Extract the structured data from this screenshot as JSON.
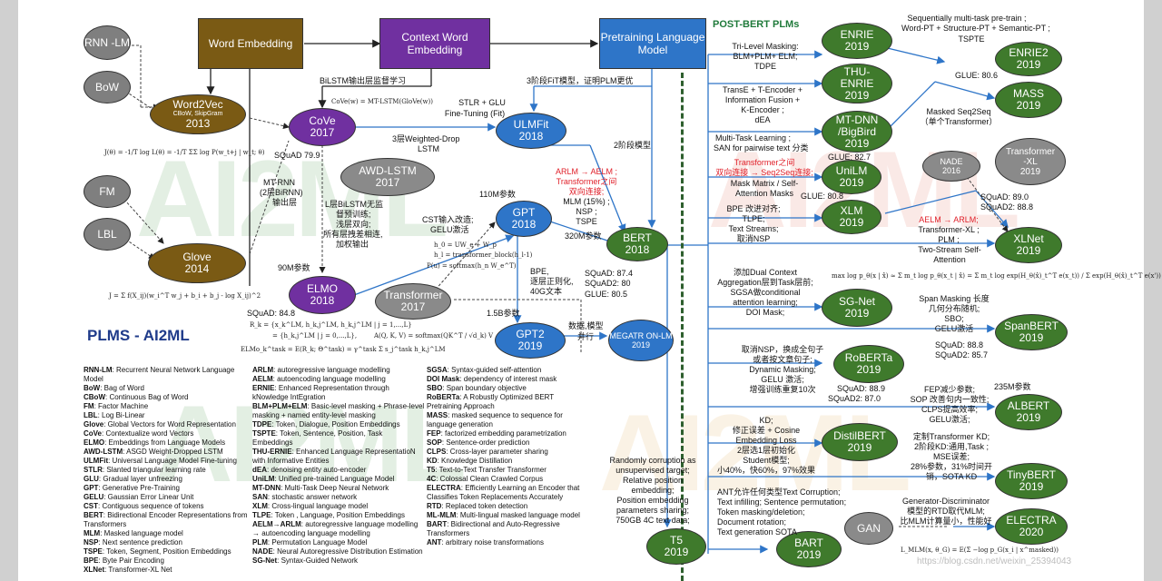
{
  "title": "PLMS - AI2ML",
  "header": "POST-BERT PLMs",
  "watermarks": {
    "big": "AI2ML",
    "url": "https://blog.csdn.net/weixin_25394043"
  },
  "stages": {
    "word_embedding": "Word Embedding",
    "context_word_embedding": "Context Word Embedding",
    "pretraining_language_model": "Pretraining Language Model"
  },
  "nodes": {
    "rnn_lm": {
      "name": "RNN -LM"
    },
    "bow": {
      "name": "BoW"
    },
    "fm": {
      "name": "FM"
    },
    "lbl": {
      "name": "LBL"
    },
    "word2vec": {
      "name": "Word2Vec",
      "sub": "CBoW, SkipGram",
      "year": "2013"
    },
    "glove": {
      "name": "Glove",
      "year": "2014"
    },
    "cove": {
      "name": "CoVe",
      "year": "2017"
    },
    "awd_lstm": {
      "name": "AWD-LSTM",
      "year": "2017"
    },
    "elmo": {
      "name": "ELMO",
      "year": "2018"
    },
    "transformer": {
      "name": "Transformer",
      "year": "2017"
    },
    "ulmfit": {
      "name": "ULMFit",
      "year": "2018"
    },
    "gpt": {
      "name": "GPT",
      "year": "2018"
    },
    "gpt2": {
      "name": "GPT2",
      "year": "2019"
    },
    "megatron": {
      "name": "MEGATR ON-LM",
      "year": "2019"
    },
    "bert": {
      "name": "BERT",
      "year": "2018"
    },
    "t5": {
      "name": "T5",
      "year": "2019"
    },
    "ernie": {
      "name": "ENRIE",
      "year": "2019"
    },
    "thu_ernie": {
      "name": "THU- ENRIE",
      "year": "2019"
    },
    "mt_dnn": {
      "name": "MT-DNN /BigBird",
      "year": "2019"
    },
    "unilm": {
      "name": "UniLM",
      "year": "2019"
    },
    "xlm": {
      "name": "XLM",
      "year": "2019"
    },
    "ernie2": {
      "name": "ENRIE2",
      "year": "2019"
    },
    "mass": {
      "name": "MASS",
      "year": "2019"
    },
    "nade": {
      "name": "NADE",
      "year": "2016"
    },
    "transformer_xl": {
      "name": "Transformer -XL",
      "year": "2019"
    },
    "xlnet": {
      "name": "XLNet",
      "year": "2019"
    },
    "sg_net": {
      "name": "SG-Net",
      "year": "2019"
    },
    "spanbert": {
      "name": "SpanBERT",
      "year": "2019"
    },
    "roberta": {
      "name": "RoBERTa",
      "year": "2019"
    },
    "albert": {
      "name": "ALBERT",
      "year": "2019"
    },
    "distilbert": {
      "name": "DistilBERT",
      "year": "2019"
    },
    "tinybert": {
      "name": "TinyBERT",
      "year": "2019"
    },
    "bart": {
      "name": "BART",
      "year": "2019"
    },
    "gan": {
      "name": "GAN"
    },
    "electra": {
      "name": "ELECTRA",
      "year": "2020"
    }
  },
  "notes": {
    "bilstm_supervised": "BiLSTM输出层监督学习",
    "cove_formula": "CoVe(w) = MT-LSTM(GloVe(w))",
    "stage3_fit": "3阶段FiT模型，证明PLM更优",
    "stlr_glu": "STLR + GLU",
    "finetuning_fit": "Fine-Tuning (Fit)",
    "stage2_model": "2阶段模型",
    "three_layer_wd": "3层Weighted-Drop",
    "lstm": "LSTM",
    "cove_squad": "SQuAD 79.9",
    "mt_rnn": "MT-RNN",
    "mt_rnn_2": "(2层BiRNN)",
    "mt_rnn_3": "输出层",
    "l_bilstm": "L层BiLSTM无监",
    "l_bilstm_2": "督预训练;",
    "l_bilstm_3": "浅层双向;",
    "l_bilstm_4": "所有层拽差相连,",
    "l_bilstm_5": "加权输出",
    "param_110m": "110M参数",
    "cst": "CST输入改造;",
    "gelu_act": "GELU激活",
    "arlm_aelm": "ARLM → AELM ;",
    "transformer_link": "Transformer之间",
    "bidir_link": "双向连接;",
    "mlm15": "MLM (15%) ;",
    "nsp": "NSP ;",
    "tspe": "TSPE",
    "param_320m": "320M参数",
    "param_90m": "90M参数",
    "elmo_squad": "SQuAD: 84.8",
    "bpe": "BPE,",
    "pre_norm": "逐层正则化,",
    "data_40g": "40G文本",
    "bert_squad": "SQuAD: 87.4",
    "bert_squad2": "SQuAD2: 80",
    "bert_glue": "GLUE: 80.5",
    "param_15b": "1.5B参数",
    "data_model": "数据,模型",
    "parallel": "并行",
    "t5_note1": "Randomly corruption as",
    "t5_note2": "unsupervised target;",
    "t5_note3": "Relative position",
    "t5_note4": "embedding;",
    "t5_note5": "Position embedding",
    "t5_note6": "parameters sharing;",
    "t5_note7": "750GB 4C text data;",
    "ernie2_note1": "Sequentially multi-task pre-train ;",
    "ernie2_note2": "Word-PT + Structure-PT + Semantic-PT ;",
    "ernie2_note3": "TSPTE",
    "ernie_note1": "Tri-Level Masking:",
    "ernie_note2": "BLM+PLM+ ELM;",
    "ernie_note3": "TDPE",
    "ernie2_glue": "GLUE: 80.6",
    "thu_note1": "TransE + T-Encoder +",
    "thu_note2": "Information Fusion +",
    "thu_note3": "K-Encoder ;",
    "thu_note4": "dEA",
    "mass_note1": "Masked Seq2Seq",
    "mass_note2": "（单个Transformer）",
    "mtdnn_note1": "Multi-Task Learning ;",
    "mtdnn_note2": "SAN for pairwise text 分类",
    "mtdnn_glue": "GLUE: 82.7",
    "unilm_note1": "Transformer之间",
    "unilm_note2": "双向连接 → Seq2Seq连接;",
    "unilm_note3": "Mask Matrix / Self-",
    "unilm_note4": "Attention Masks",
    "unilm_glue": "GLUE: 80.8",
    "xlm_note1": "BPE 改进对齐;",
    "xlm_note2": "TLPE;",
    "xlm_note3": "Text Streams;",
    "xlm_note4": "取消NSP",
    "xlnet_squad": "SQuAD: 89.0",
    "xlnet_squad2": "SQuAD2: 88.8",
    "xlnet_note1": "AELM → ARLM;",
    "xlnet_note2": "Transformer-XL ;",
    "xlnet_note3": "PLM ;",
    "xlnet_note4": "Two-Stream Self-",
    "xlnet_note5": "Attention",
    "sgnet_note1": "添加Dual Context",
    "sgnet_note2": "Aggregation层到Task层前;",
    "sgnet_note3": "SGSA做conditional",
    "sgnet_note4": "attention learning;",
    "sgnet_note5": "DOI Mask;",
    "span_note1": "Span Masking 长度",
    "span_note2": "几何分布随机;",
    "span_note3": "SBO;",
    "span_note4": "GELU激活",
    "span_squad": "SQuAD: 88.8",
    "span_squad2": "SQuAD2: 85.7",
    "roberta_note1": "取消NSP，换成全句子",
    "roberta_note2": "或者按文章句子;",
    "roberta_note3": "Dynamic Masking;",
    "roberta_note4": "GELU 激活;",
    "roberta_note5": "增强训练重复10次",
    "roberta_squad": "SQuAD: 88.9",
    "roberta_squad2": "SQuAD2: 87.0",
    "albert_param": "235M参数",
    "albert_note1": "FEP减少参数;",
    "albert_note2": "SOP 改善句内一致性;",
    "albert_note3": "CLPS提高效率;",
    "albert_note4": "GELU激活;",
    "distil_note1": "KD;",
    "distil_note2": "修正误差 + Cosine",
    "distil_note3": "Embedding Loss",
    "distil_note4": "2层选1层初始化",
    "distil_note5": "Student模型;",
    "distil_note6": "小40%，快60%，97%效果",
    "tiny_note1": "定制Transformer KD;",
    "tiny_note2": "2阶段KD:通用,Task ;",
    "tiny_note3": "MSE误差;",
    "tiny_note4": "28%参数，31%时间开",
    "tiny_note5": "销，SOTA KD",
    "bart_note1": "ANT允许任何类型Text Corruption;",
    "bart_note2": "Text infilling; Sentence permutation;",
    "bart_note3": "Token masking/deletion;",
    "bart_note4": "Document rotation;",
    "bart_note5": "Text generation SOTA",
    "electra_note1": "Generator-Discriminator",
    "electra_note2": "模型的RTD取代MLM;",
    "electra_note3": "比MLM计算量小，性能好"
  },
  "legend_col1": [
    {
      "k": "RNN-LM",
      "v": ": Recurrent Neural Network Language Model"
    },
    {
      "k": "BoW",
      "v": ": Bag of Word"
    },
    {
      "k": "CBoW",
      "v": ": Continuous Bag of Word"
    },
    {
      "k": "FM",
      "v": ": Factor Machine"
    },
    {
      "k": "LBL",
      "v": ": Log Bi-Linear"
    },
    {
      "k": "Glove",
      "v": ": Global Vectors for Word Representation"
    },
    {
      "k": "CoVe",
      "v": ": Contextualize word Vectors"
    },
    {
      "k": "ELMO",
      "v": ": Embeddings from Language Models"
    },
    {
      "k": "AWD-LSTM",
      "v": ": ASGD Weight-Dropped LSTM"
    },
    {
      "k": "ULMFit",
      "v": ": Universal Language Model Fine-tuning"
    },
    {
      "k": "STLR",
      "v": ": Slanted triangular learning rate"
    },
    {
      "k": "GLU",
      "v": ": Gradual layer unfreezing"
    },
    {
      "k": "GPT",
      "v": ": Generative Pre-Training"
    },
    {
      "k": "GELU",
      "v": ": Gaussian Error Linear Unit"
    },
    {
      "k": "CST",
      "v": ": Contiguous sequence of tokens"
    },
    {
      "k": "BERT",
      "v": ": Bidirectional Encoder Representations from Transformers"
    },
    {
      "k": "MLM",
      "v": ": Masked language model"
    },
    {
      "k": "NSP",
      "v": ": Next sentence prediction"
    },
    {
      "k": "TSPE",
      "v": ": Token, Segment, Position Embeddings"
    },
    {
      "k": "BPE",
      "v": ": Byte Pair Encoding"
    },
    {
      "k": "XLNet",
      "v": ": Transformer-XL Net"
    }
  ],
  "legend_col2": [
    {
      "k": "ARLM",
      "v": ": autoregressive language modelling"
    },
    {
      "k": "AELM",
      "v": ": autoencoding language modelling"
    },
    {
      "k": "ERNIE",
      "v": ": Enhanced Representation through kNowledge IntEgration"
    },
    {
      "k": "BLM+PLM+ELM",
      "v": ": Basic-level masking + Phrase-level masking + named entity-level masking"
    },
    {
      "k": "TDPE",
      "v": ": Token, Dialogue, Position Embeddings"
    },
    {
      "k": "TSPTE",
      "v": ": Token, Sentence, Position, Task Embeddings"
    },
    {
      "k": "THU-ERNIE",
      "v": ": Enhanced Language RepresentatioN with Informative Entities"
    },
    {
      "k": "dEA",
      "v": ": denoising entity auto-encoder"
    },
    {
      "k": "UniLM",
      "v": ": Unified pre-trained Language Model"
    },
    {
      "k": "MT-DNN",
      "v": ": Multi-Task Deep Neural Network"
    },
    {
      "k": "SAN",
      "v": ": stochastic answer network"
    },
    {
      "k": "XLM",
      "v": ": Cross-lingual language model"
    },
    {
      "k": "TLPE",
      "v": ": Token , Language, Position Embeddings"
    },
    {
      "k": "AELM→ARLM",
      "v": ": autoregressive language modelling → autoencoding language modelling"
    },
    {
      "k": "PLM",
      "v": ": Permutation Language Model"
    },
    {
      "k": "NADE",
      "v": ": Neural Autoregressive Distribution Estimation"
    },
    {
      "k": "SG-Net",
      "v": ": Syntax-Guided Network"
    }
  ],
  "legend_col3": [
    {
      "k": "SGSA",
      "v": ": Syntax-guided self-attention"
    },
    {
      "k": "DOI Mask",
      "v": ": dependency of interest mask"
    },
    {
      "k": "SBO",
      "v": ": Span boundary objective"
    },
    {
      "k": "RoBERTa",
      "v": ": A Robustly Optimized BERT Pretraining Approach"
    },
    {
      "k": "MASS",
      "v": ": masked sequence to sequence for language generation"
    },
    {
      "k": "FEP",
      "v": ": factorized embedding parametrization"
    },
    {
      "k": "SOP",
      "v": ": Sentence-order prediction"
    },
    {
      "k": "CLPS",
      "v": ": Cross-layer parameter sharing"
    },
    {
      "k": "KD",
      "v": ": Knowledge Distillation"
    },
    {
      "k": "T5",
      "v": ": Text-to-Text Transfer Transformer"
    },
    {
      "k": "4C",
      "v": ": Colossal Clean Crawled Corpus"
    },
    {
      "k": "ELECTRA",
      "v": ": Efficiently Learning an Encoder that Classifies Token Replacements Accurately"
    },
    {
      "k": "RTD",
      "v": ": Replaced token detection"
    },
    {
      "k": "ML-MLM",
      "v": ": Multi-lingual masked language model"
    },
    {
      "k": "BART",
      "v": ": Bidirectional and Auto-Regressive Transformers"
    },
    {
      "k": "ANT",
      "v": ": arbitrary noise transformations"
    }
  ],
  "formulas": {
    "word2vec": "J(θ) = -1/T log L(θ) = -1/T ΣΣ log P(w_t+j | w_t; θ)",
    "glove": "J = Σ f(X_ij)(w_i^T w_j + b_i + b_j - log X_ij)^2",
    "gpt1": "h_0 = UW_e + W_p",
    "gpt2": "h_l = transformer_block(h_l-1)",
    "gpt3": "P(u) = softmax(h_n W_e^T)",
    "elmo1": "R_k = {x_k^LM, h_k,j^LM, h_k,j^LM | j = 1,...,L}",
    "elmo2": "= {h_k,j^LM | j = 0,...,L},",
    "elmo3": "ELMo_k^task = E(R_k; Θ^task) = γ^task Σ s_j^task h_k,j^LM",
    "attention": "A(Q, K, V) = softmax(QK^T / √d_k) V",
    "xlnet": "max log p_θ(x | x̂) ≈ Σ m_t log p_θ(x_t | x̂) = Σ m_t log exp(H_θ(x̂)_t^T e(x_t)) / Σ exp(H_θ(x̂)_t^T e(x'))",
    "electra": "L_MLM(x, θ_G) = E(Σ −log p_G(x_i | x^masked))"
  }
}
